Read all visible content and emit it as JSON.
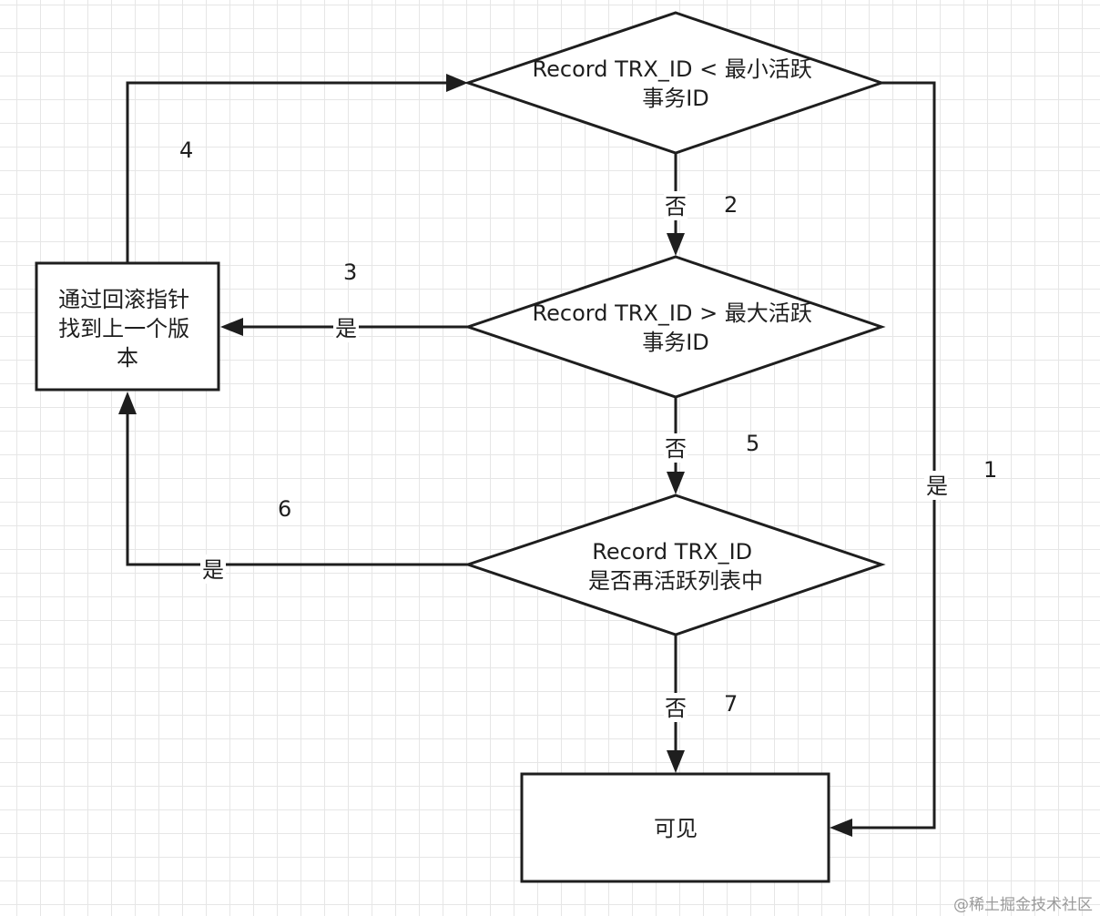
{
  "nodes": {
    "diamond_min": {
      "lines": [
        "Record TRX_ID < 最小活跃",
        "事务ID"
      ]
    },
    "diamond_max": {
      "lines": [
        "Record TRX_ID > 最大活跃",
        "事务ID"
      ]
    },
    "diamond_active": {
      "lines": [
        "Record TRX_ID",
        "是否再活跃列表中"
      ]
    },
    "box_rollback": {
      "lines": [
        "通过回滚指针",
        "找到上一个版",
        "本"
      ]
    },
    "box_visible": {
      "lines": [
        "可见"
      ]
    }
  },
  "edge_labels": {
    "no_2": "否",
    "yes_3": "是",
    "no_5": "否",
    "yes_6": "是",
    "no_7": "否",
    "yes_1": "是"
  },
  "step_numbers": {
    "n1": "1",
    "n2": "2",
    "n3": "3",
    "n4": "4",
    "n5": "5",
    "n6": "6",
    "n7": "7"
  },
  "watermark": "@稀土掘金技术社区"
}
